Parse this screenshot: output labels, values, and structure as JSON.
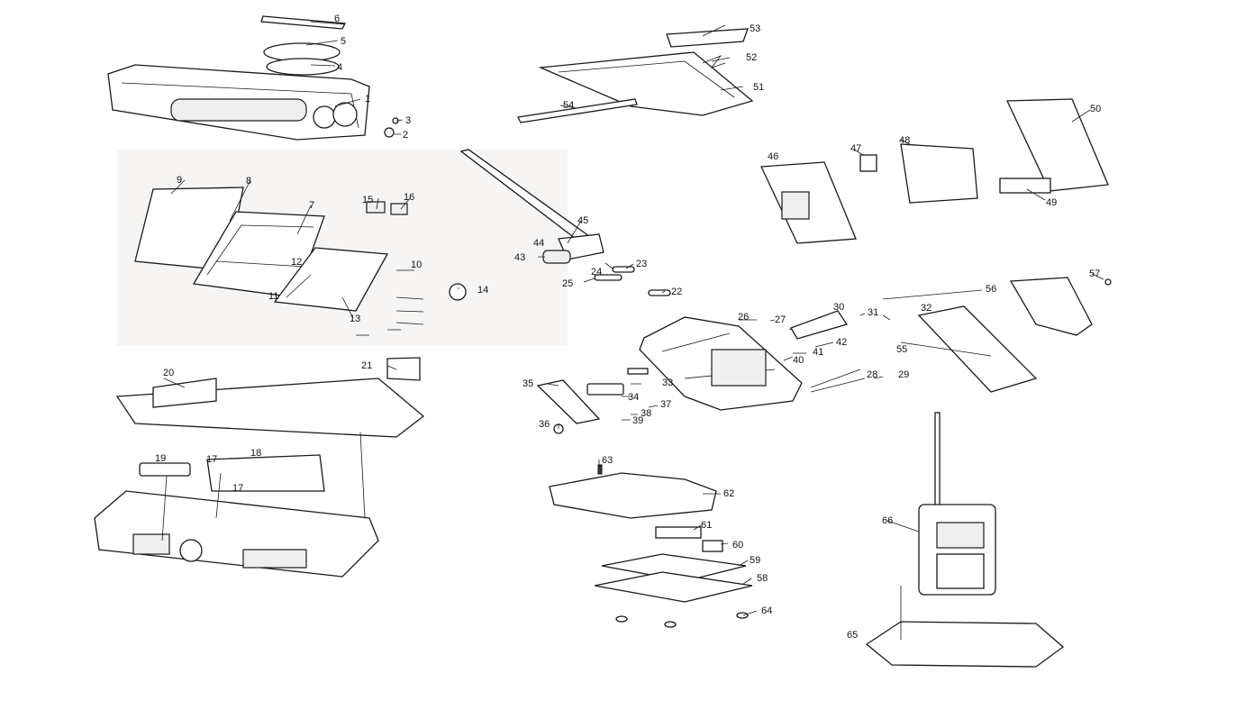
{
  "callouts": [
    "1",
    "2",
    "3",
    "4",
    "5",
    "6",
    "7",
    "8",
    "9",
    "10",
    "11",
    "12",
    "13",
    "14",
    "15",
    "16",
    "17",
    "17",
    "18",
    "19",
    "20",
    "21",
    "22",
    "23",
    "24",
    "25",
    "26",
    "27",
    "28",
    "29",
    "30",
    "31",
    "32",
    "33",
    "34",
    "35",
    "36",
    "37",
    "38",
    "39",
    "40",
    "41",
    "42",
    "43",
    "44",
    "45",
    "46",
    "47",
    "48",
    "49",
    "50",
    "51",
    "52",
    "53",
    "54",
    "55",
    "56",
    "57",
    "58",
    "59",
    "60",
    "61",
    "62",
    "63",
    "64",
    "65",
    "66"
  ]
}
